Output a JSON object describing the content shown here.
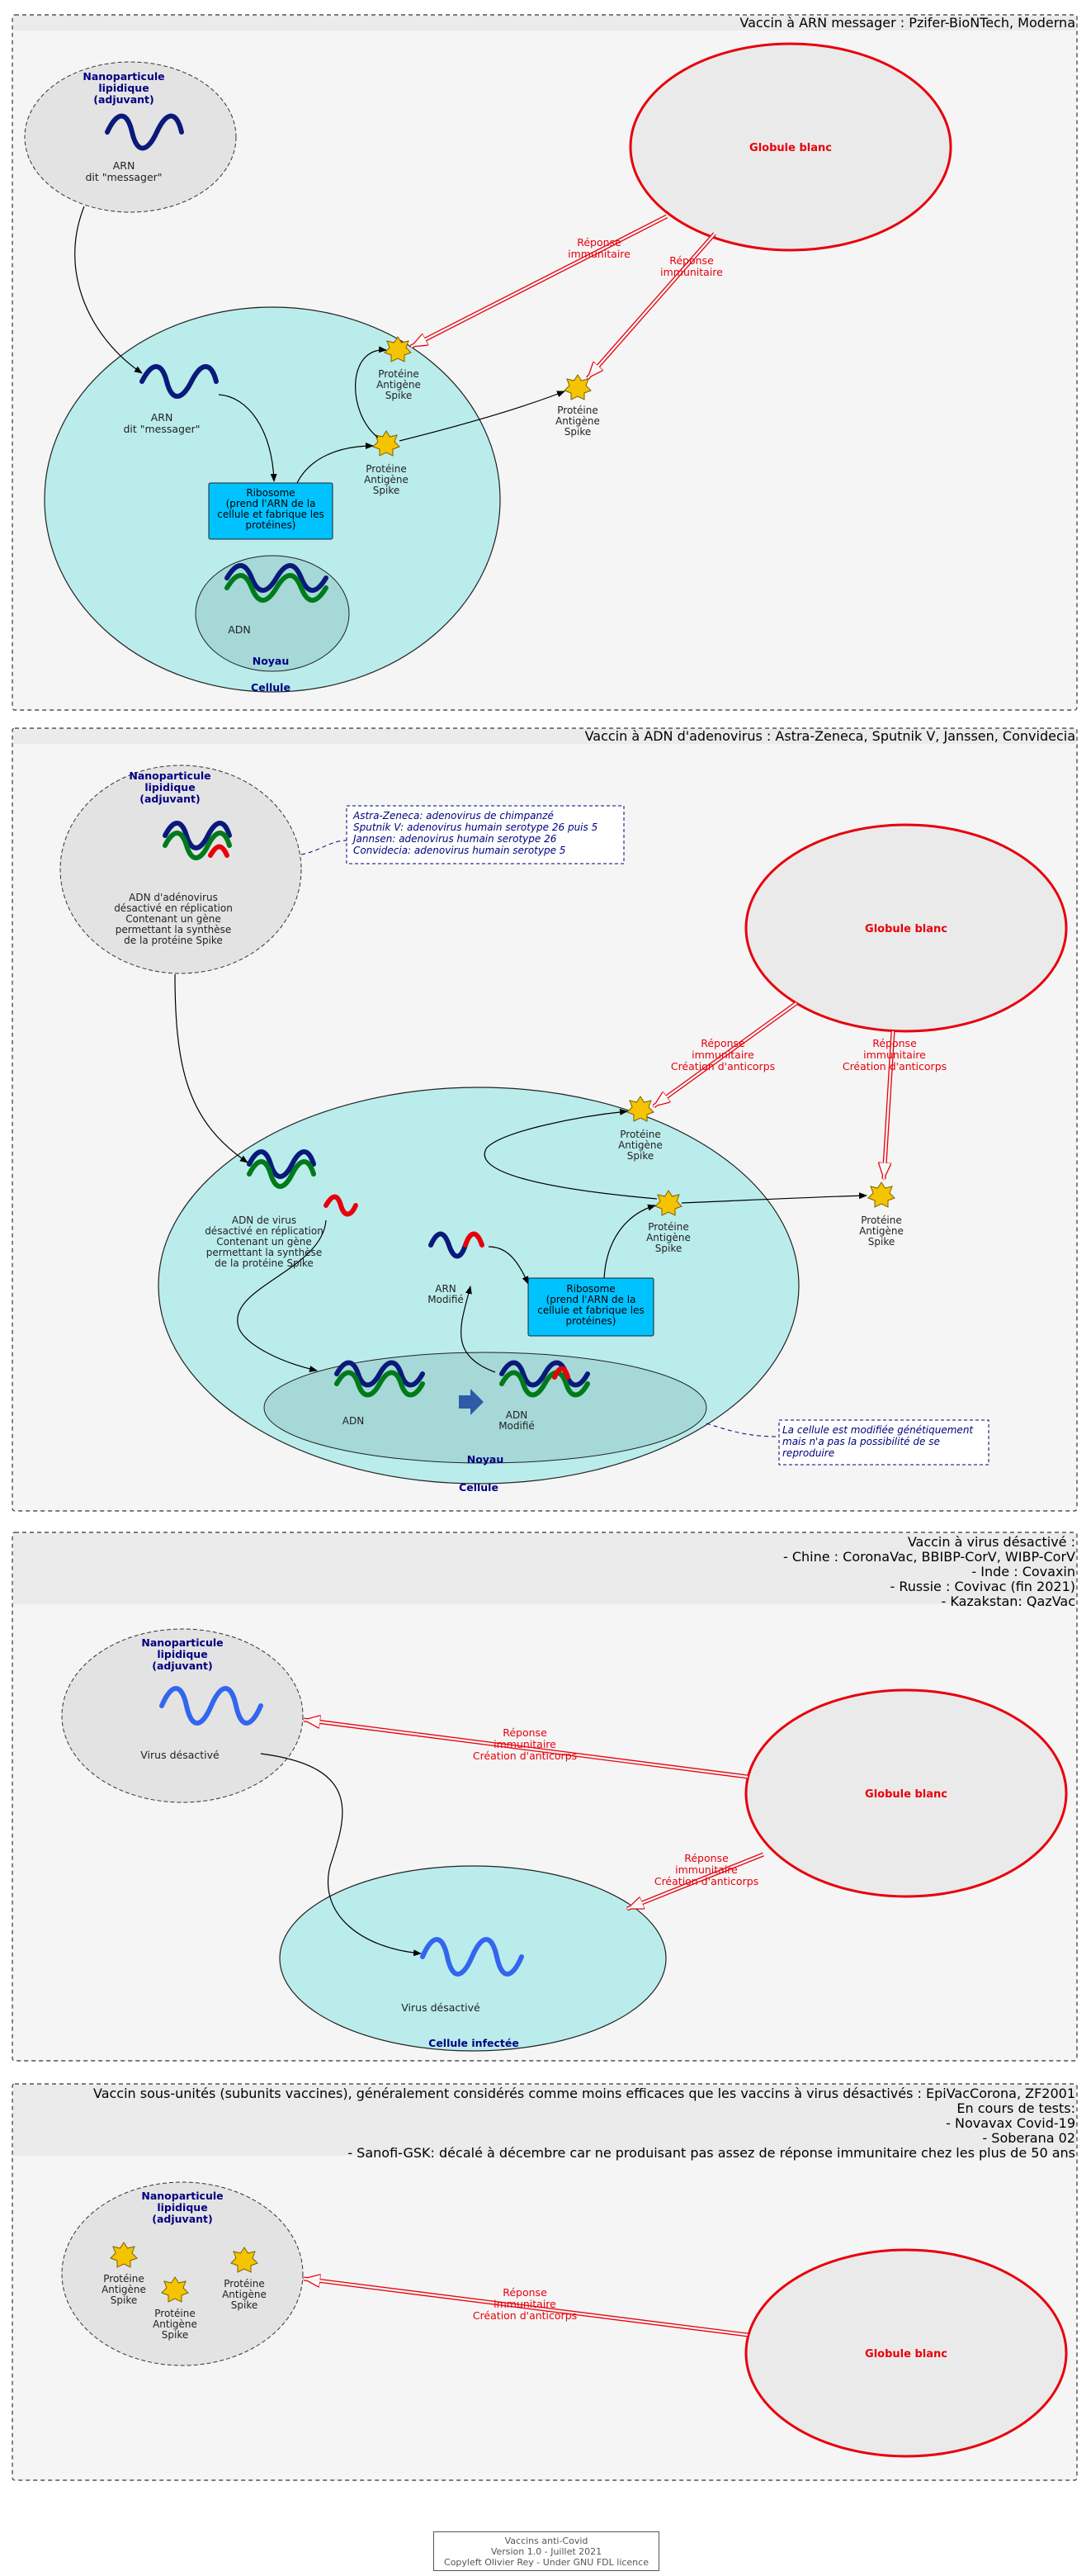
{
  "colors": {
    "panel_bg": "#f5f5f5",
    "panel_header_bg": "#ebebeb",
    "cell_fill": "#bbecec",
    "nucleus_fill": "#a6d8d8",
    "nanoparticle_fill": "#e3e3e3",
    "white_cell_stroke": "#e8000b",
    "white_cell_fill": "#eaeaea",
    "immune_text": "#e8000b",
    "ribosome_fill": "#00c2ff",
    "spike_fill": "#f5c400",
    "dna_blue": "#0a1a7a",
    "dna_green": "#007a1a",
    "dna_red": "#e8000b",
    "virus_blue": "#3366ee",
    "note_text": "#000080"
  },
  "s1": {
    "title": "Vaccin à ARN messager : Pzifer-BioNTech, Moderna",
    "nano_title_l1": "Nanoparticule",
    "nano_title_l2": "lipidique",
    "nano_title_l3": "(adjuvant)",
    "arn_l1": "ARN",
    "arn_l2": "dit \"messager\"",
    "white_cell": "Globule blanc",
    "immune_l1": "Réponse",
    "immune_l2": "immunitaire",
    "cell_label": "Cellule",
    "nucleus_label": "Noyau",
    "adn": "ADN",
    "ribo_l1": "Ribosome",
    "ribo_l2": "(prend l'ARN de la",
    "ribo_l3": "cellule et fabrique les",
    "ribo_l4": "protéines)",
    "prot_l1": "Protéine",
    "prot_l2": "Antigène",
    "prot_l3": "Spike"
  },
  "s2": {
    "title": "Vaccin à ADN d'adenovirus : Astra-Zeneca, Sputnik V, Janssen, Convidecia",
    "nano_title_l1": "Nanoparticule",
    "nano_title_l2": "lipidique",
    "nano_title_l3": "(adjuvant)",
    "adeno_l1": "ADN d'adénovirus",
    "adeno_l2": "désactivé en réplication",
    "adeno_l3": "Contenant un gène",
    "adeno_l4": "permettant la synthèse",
    "adeno_l5": "de la protéine Spike",
    "note_l1": "Astra-Zeneca: adenovirus de chimpanzé",
    "note_l2": "Sputnik V: adenovirus humain serotype 26 puis 5",
    "note_l3": "Jannsen: adenovirus humain serotype 26",
    "note_l4": "Convidecia: adenovirus humain serotype 5",
    "white_cell": "Globule blanc",
    "immune_l1": "Réponse",
    "immune_l2": "immunitaire",
    "immune_l3": "Création d'anticorps",
    "virus_l1": "ADN de virus",
    "virus_l2": "désactivé en réplication",
    "virus_l3": "Contenant un gène",
    "virus_l4": "permettant la synthèse",
    "virus_l5": "de la protéine Spike",
    "arnmod_l1": "ARN",
    "arnmod_l2": "Modifié",
    "ribo_l1": "Ribosome",
    "ribo_l2": "(prend l'ARN de la",
    "ribo_l3": "cellule et fabrique les",
    "ribo_l4": "protéines)",
    "adn": "ADN",
    "adnmod_l1": "ADN",
    "adnmod_l2": "Modifié",
    "nucleus_label": "Noyau",
    "cell_label": "Cellule",
    "prot_l1": "Protéine",
    "prot_l2": "Antigène",
    "prot_l3": "Spike",
    "cellnote_l1": "La cellule est modifiée génétiquement",
    "cellnote_l2": "mais n'a pas la possibilité de se",
    "cellnote_l3": "reproduire"
  },
  "s3": {
    "title_l1": "Vaccin à virus désactivé :",
    "title_l2": "- Chine : CoronaVac, BBIBP-CorV, WIBP-CorV",
    "title_l3": "- Inde : Covaxin",
    "title_l4": "- Russie : Covivac (fin 2021)",
    "title_l5": "- Kazakstan: QazVac",
    "nano_title_l1": "Nanoparticule",
    "nano_title_l2": "lipidique",
    "nano_title_l3": "(adjuvant)",
    "virus_label": "Virus désactivé",
    "white_cell": "Globule blanc",
    "immune_l1": "Réponse",
    "immune_l2": "immunitaire",
    "immune_l3": "Création d'anticorps",
    "infected_virus": "Virus désactivé",
    "infected_label": "Cellule infectée"
  },
  "s4": {
    "title_l1": "Vaccin sous-unités (subunits vaccines), généralement considérés comme moins efficaces que les vaccins à virus désactivés : EpiVacCorona, ZF2001",
    "title_l2": "En cours de tests:",
    "title_l3": "- Novavax Covid-19",
    "title_l4": "- Soberana 02",
    "title_l5": "- Sanofi-GSK: décalé à décembre car ne produisant pas assez de réponse immunitaire chez les plus de 50 ans",
    "nano_title_l1": "Nanoparticule",
    "nano_title_l2": "lipidique",
    "nano_title_l3": "(adjuvant)",
    "prot_l1": "Protéine",
    "prot_l2": "Antigène",
    "prot_l3": "Spike",
    "white_cell": "Globule blanc",
    "immune_l1": "Réponse",
    "immune_l2": "immunitaire",
    "immune_l3": "Création d'anticorps"
  },
  "footer": {
    "line1": "Vaccins anti-Covid",
    "line2": "Version 1.0 - Juillet 2021",
    "line3": "Copyleft Olivier Rey - Under GNU FDL licence"
  }
}
